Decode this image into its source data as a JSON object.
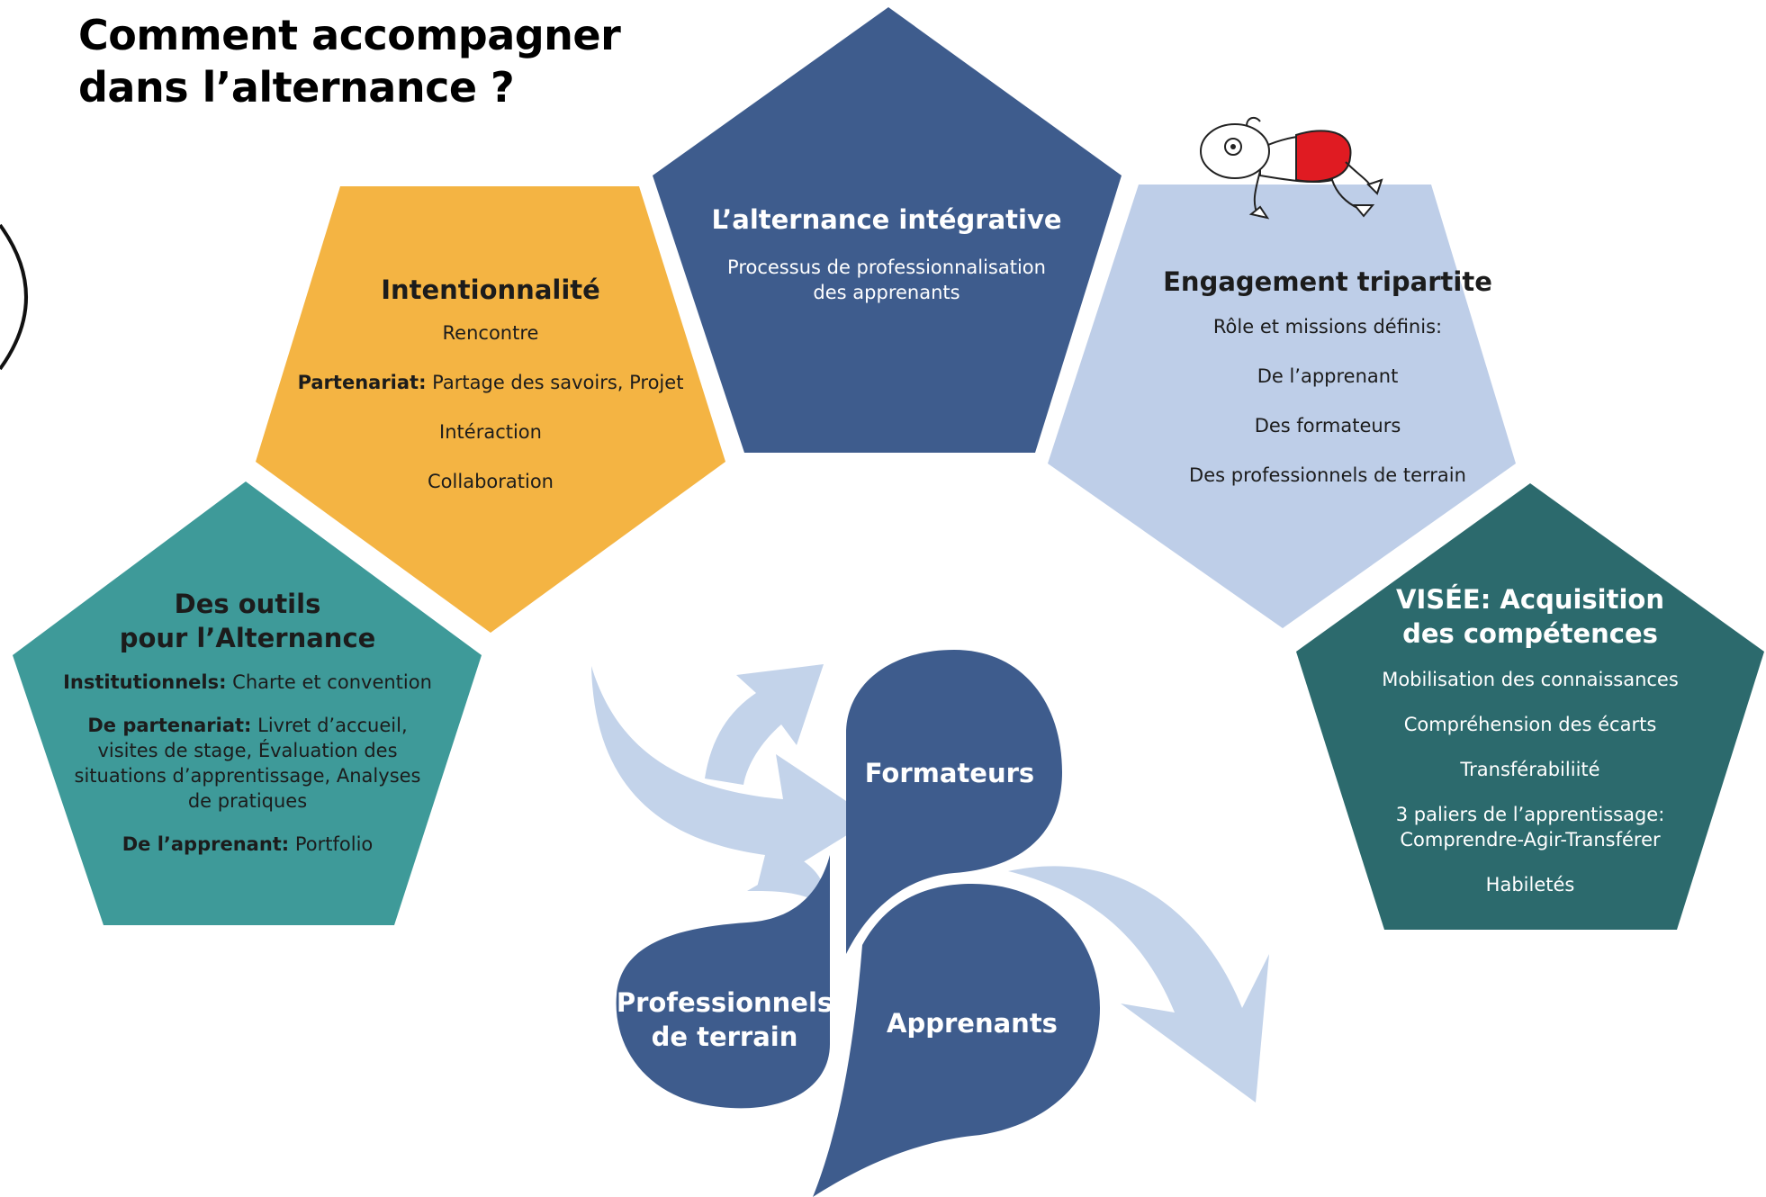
{
  "title": {
    "line1": "Comment accompagner",
    "line2": "dans l’alternance ?"
  },
  "colors": {
    "orange": "#F4B443",
    "navy": "#3E5C8D",
    "light_blue": "#BECEE8",
    "teal": "#3E9A99",
    "dark_teal": "#2C6A6D",
    "arrow_blue": "#C3D3EA"
  },
  "pentagons": {
    "intentionnalite": {
      "title": "Intentionnalité",
      "items": [
        {
          "bold": "",
          "text": "Rencontre"
        },
        {
          "bold": "Partenariat:",
          "text": " Partage des savoirs, Projet"
        },
        {
          "bold": "",
          "text": "Intéraction"
        },
        {
          "bold": "",
          "text": "Collaboration"
        }
      ]
    },
    "integrative": {
      "title": "L’alternance intégrative",
      "subtitle": "Processus de professionnalisation des apprenants"
    },
    "engagement": {
      "title": "Engagement tripartite",
      "items": [
        "Rôle et missions définis:",
        "De l’apprenant",
        "Des formateurs",
        "Des professionnels de terrain"
      ]
    },
    "outils": {
      "title_line1": "Des outils",
      "title_line2": "pour l’Alternance",
      "items": [
        {
          "bold": "Institutionnels:",
          "text": " Charte et convention"
        },
        {
          "bold": "De partenariat:",
          "text": " Livret d’accueil, visites de stage, Évaluation des situations d’apprentissage, Analyses de pratiques"
        },
        {
          "bold": "De l’apprenant:",
          "text": " Portfolio"
        }
      ]
    },
    "visee": {
      "title_line1": "VISÉE: Acquisition",
      "title_line2": "des compétences",
      "items": [
        "Mobilisation des connaissances",
        "Compréhension des écarts",
        "Transférabiliité",
        "3 paliers de l’apprentissage: Comprendre-Agir-Transférer",
        "Habiletés"
      ]
    }
  },
  "petals": {
    "formateurs": "Formateurs",
    "professionnels_line1": "Professionnels",
    "professionnels_line2": "de terrain",
    "apprenants": "Apprenants"
  }
}
